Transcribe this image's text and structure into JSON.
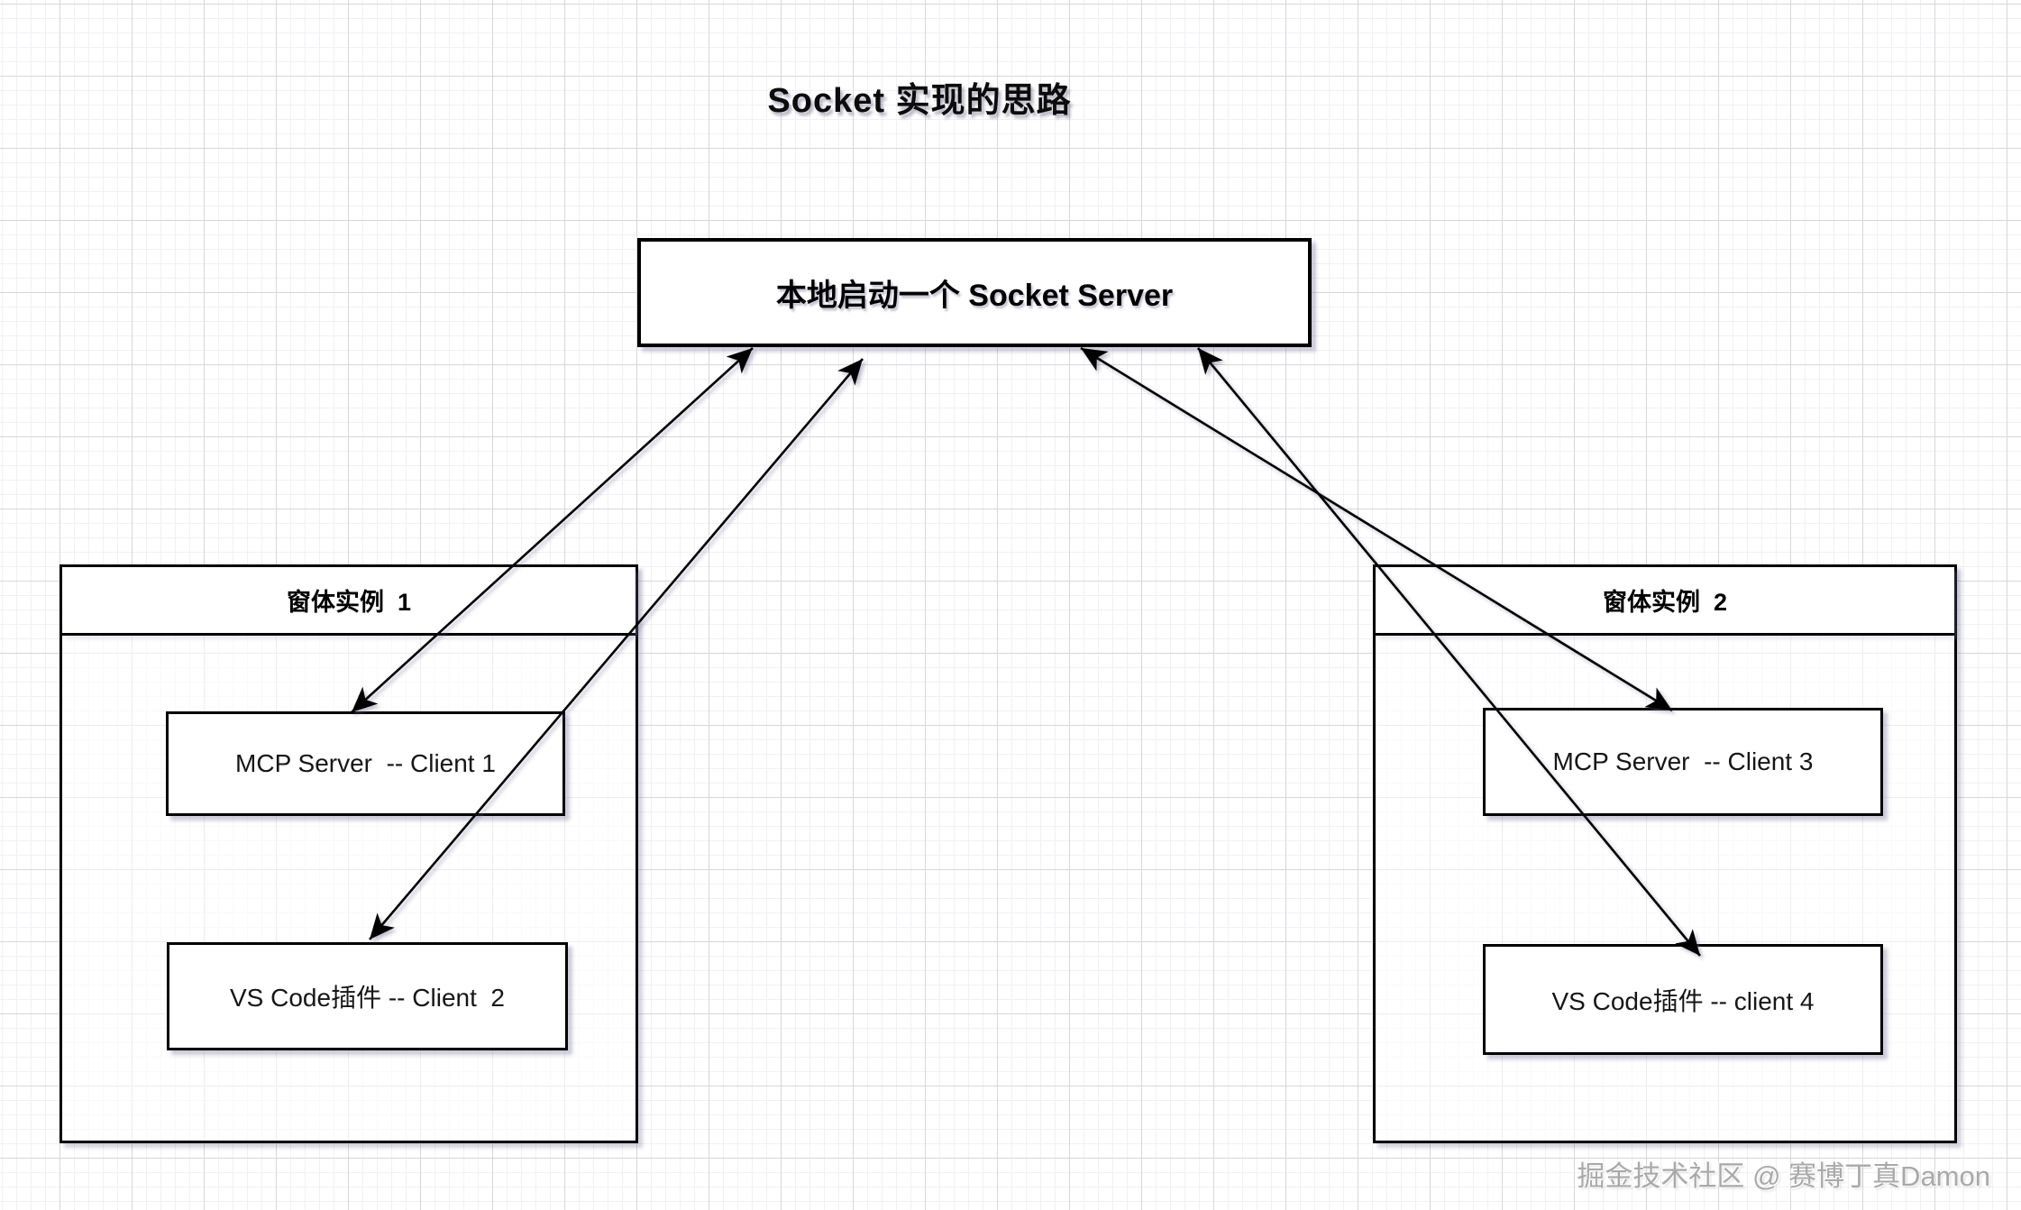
{
  "title": "Socket 实现的思路",
  "server_box": {
    "label": "本地启动一个 Socket Server"
  },
  "containers": [
    {
      "title": "窗体实例  1",
      "boxes": [
        {
          "label": "MCP Server  -- Client 1"
        },
        {
          "label": "VS Code插件 -- Client  2"
        }
      ]
    },
    {
      "title": "窗体实例  2",
      "boxes": [
        {
          "label": "MCP Server  -- Client 3"
        },
        {
          "label": "VS Code插件 -- client 4"
        }
      ]
    }
  ],
  "watermark": "掘金技术社区 @ 赛博丁真Damon",
  "colors": {
    "line": "#000000",
    "box_border": "#000000",
    "box_fill": "#ffffff",
    "grid_major": "#d7d7dc",
    "grid_minor": "#f1f1f5",
    "watermark_text": "#a9a9a9"
  },
  "arrows": [
    {
      "name": "server-to-mcp-client1",
      "bidirectional": true
    },
    {
      "name": "server-to-vscode-client2",
      "bidirectional": true
    },
    {
      "name": "server-to-mcp-client3",
      "bidirectional": true
    },
    {
      "name": "server-to-vscode-client4",
      "bidirectional": true
    }
  ]
}
